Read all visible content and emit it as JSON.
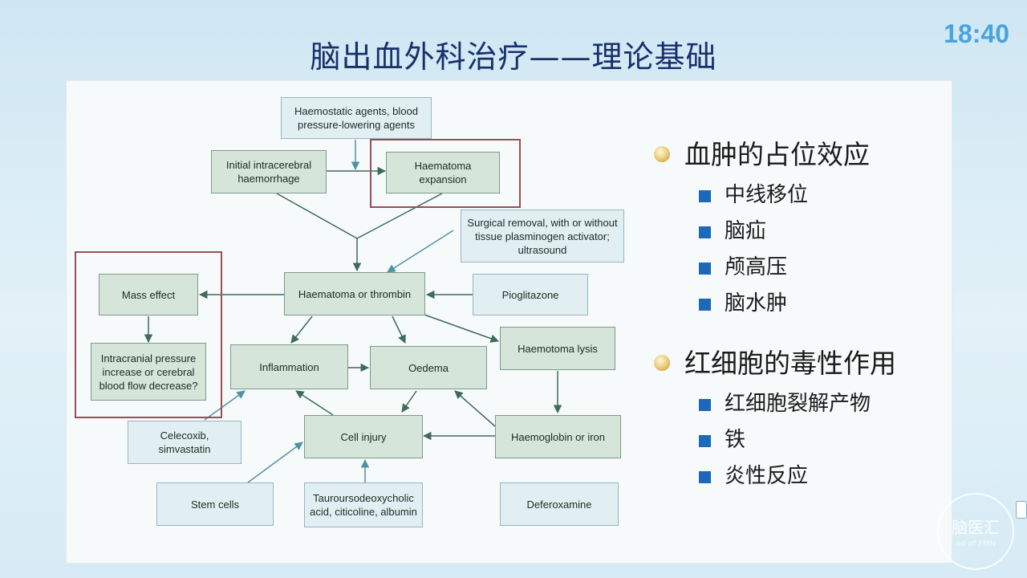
{
  "header": {
    "title": "脑出血外科治疗——理论基础",
    "clock": "18:40"
  },
  "diagram": {
    "boxes": {
      "haemostatic": "Haemostatic agents, blood pressure-lowering agents",
      "initial": "Initial intracerebral haemorrhage",
      "expansion": "Haematoma expansion",
      "surgical": "Surgical removal, with or without tissue plasminogen activator; ultrasound",
      "mass_effect": "Mass effect",
      "haematoma_thrombin": "Haematoma or thrombin",
      "pioglitazone": "Pioglitazone",
      "icp": "Intracranial pressure increase or cerebral blood flow decrease?",
      "inflammation": "Inflammation",
      "oedema": "Oedema",
      "haemotoma_lysis": "Haemotoma lysis",
      "celecoxib": "Celecoxib, simvastatin",
      "cell_injury": "Cell injury",
      "haemoglobin": "Haemoglobin or iron",
      "stem_cells": "Stem cells",
      "tauro": "Tauroursodeoxycholic acid, citicoline, albumin",
      "deferoxamine": "Deferoxamine"
    },
    "colors": {
      "box_fill": "#d6e5da",
      "agent_fill": "#e2eff2",
      "arrow": "#3d6b5c",
      "highlight": "#9a4d55"
    }
  },
  "bullets": {
    "group1": {
      "title": "血肿的占位效应",
      "items": [
        "中线移位",
        "脑疝",
        "颅高压",
        "脑水肿"
      ]
    },
    "group2": {
      "title": "红细胞的毒性作用",
      "items": [
        "红细胞裂解产物",
        "铁",
        "炎性反应"
      ]
    }
  },
  "watermark": {
    "text": "脑医汇",
    "sub": "ad of FMN"
  }
}
